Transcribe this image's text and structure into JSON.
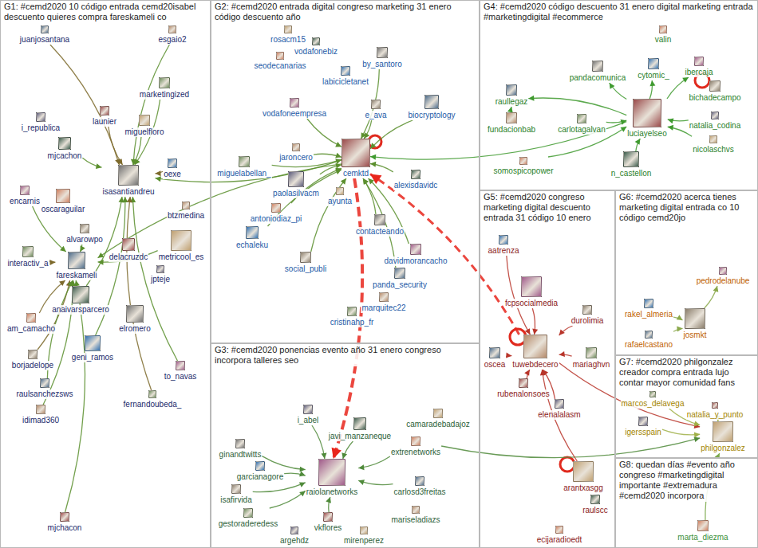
{
  "diagram": {
    "nodes": [
      {
        "text": [
          "G1: #cemd2020 10 código entrada cemd20isabel descuento quieres compra fareskameli co"
        ]
      },
      {
        "text": [
          "juanjosantana"
        ],
        "in": 0
      },
      {
        "text": [
          "esgaio2"
        ],
        "in": 0
      },
      {
        "text": [
          "marketingized"
        ],
        "in": 0
      },
      {
        "text": [
          "launier"
        ],
        "in": 0
      },
      {
        "text": [
          "i_republica"
        ],
        "in": 0
      },
      {
        "text": [
          "miguelfloro"
        ],
        "in": 0
      },
      {
        "text": [
          "mjcachon"
        ],
        "in": 0
      },
      {
        "text": [
          "oscaraguilar"
        ],
        "in": 0
      },
      {
        "text": [
          "isasantiandreu"
        ],
        "in": 0
      },
      {
        "text": [
          "oexe"
        ],
        "in": 0
      },
      {
        "text": [
          "encarnis"
        ],
        "in": 0
      },
      {
        "text": [
          "alvarowpo"
        ],
        "in": 0
      },
      {
        "text": [
          "fareskameli"
        ],
        "in": 0
      },
      {
        "text": [
          "btzmedina"
        ],
        "in": 0
      },
      {
        "text": [
          "interactiv_a"
        ],
        "in": 0
      },
      {
        "text": [
          "delacruzdc"
        ],
        "in": 0
      },
      {
        "text": [
          "jpteje"
        ],
        "in": 0
      },
      {
        "text": [
          "metricool_es"
        ],
        "in": 0
      },
      {
        "text": [
          "anaivarsparcero"
        ],
        "in": 0
      },
      {
        "text": [
          "am_camacho"
        ],
        "in": 0
      },
      {
        "text": [
          "elromero"
        ],
        "in": 0
      },
      {
        "text": [
          "geni_ramos"
        ],
        "in": 0
      },
      {
        "text": [
          "to_navas"
        ],
        "in": 0
      },
      {
        "text": [
          "borjadelope"
        ],
        "in": 0
      },
      {
        "text": [
          "raulsanchezsws"
        ],
        "in": 0
      },
      {
        "text": [
          "idimad360"
        ],
        "in": 0
      },
      {
        "text": [
          "fernandoubeda_"
        ],
        "in": 0
      },
      {
        "text": [
          "mjchacon"
        ],
        "in": 0
      },
      {
        "text": [
          "G2: #cemd2020 entrada digital congreso marketing 31 enero código descuento año"
        ]
      },
      {
        "text": [
          "rosacm15"
        ],
        "in": 29
      },
      {
        "text": [
          "vodafonebiz"
        ],
        "in": 29
      },
      {
        "text": [
          "seodecanarias"
        ],
        "in": 29
      },
      {
        "text": [
          "by_santoro"
        ],
        "in": 29
      },
      {
        "text": [
          "labicicletanet"
        ],
        "in": 29
      },
      {
        "text": [
          "vodafoneempresa"
        ],
        "in": 29
      },
      {
        "text": [
          "e_ava"
        ],
        "in": 29
      },
      {
        "text": [
          "biocryptology"
        ],
        "in": 29
      },
      {
        "text": [
          "jaroncero"
        ],
        "in": 29
      },
      {
        "text": [
          "miguelabellan_"
        ],
        "in": 29
      },
      {
        "text": [
          "cemktd"
        ],
        "in": 29
      },
      {
        "text": [
          "paolasilvacm"
        ],
        "in": 29
      },
      {
        "text": [
          "ayunta"
        ],
        "in": 29
      },
      {
        "text": [
          "alexisdavidc"
        ],
        "in": 29
      },
      {
        "text": [
          "antoniodiaz_pi"
        ],
        "in": 29
      },
      {
        "text": [
          "contacteando"
        ],
        "in": 29
      },
      {
        "text": [
          "echaleku"
        ],
        "in": 29
      },
      {
        "text": [
          "davidmorancacho"
        ],
        "in": 29
      },
      {
        "text": [
          "social_publi"
        ],
        "in": 29
      },
      {
        "text": [
          "panda_security"
        ],
        "in": 29
      },
      {
        "text": [
          "marquitec22"
        ],
        "in": 29
      },
      {
        "text": [
          "cristinahp_fr"
        ],
        "in": 29
      },
      {
        "text": [
          "G3: #cemd2020 ponencias evento año 31 enero congreso incorpora talleres seo"
        ]
      },
      {
        "text": [
          "i_abel"
        ],
        "in": 52
      },
      {
        "text": [
          "camaradebadajoz"
        ],
        "in": 52
      },
      {
        "text": [
          "javi_manzaneque"
        ],
        "in": 52
      },
      {
        "text": [
          "extrenetworks"
        ],
        "in": 52
      },
      {
        "text": [
          "ginandtwitts"
        ],
        "in": 52
      },
      {
        "text": [
          "garcianagore"
        ],
        "in": 52
      },
      {
        "text": [
          "raiolanetworks"
        ],
        "in": 52
      },
      {
        "text": [
          "isafirvida"
        ],
        "in": 52
      },
      {
        "text": [
          "carlosd3freitas"
        ],
        "in": 52
      },
      {
        "text": [
          "mariseladiazs"
        ],
        "in": 52
      },
      {
        "text": [
          "gestoraderedess"
        ],
        "in": 52
      },
      {
        "text": [
          "vkflores"
        ],
        "in": 52
      },
      {
        "text": [
          "argehdz"
        ],
        "in": 52
      },
      {
        "text": [
          "mirenperez"
        ],
        "in": 52
      },
      {
        "text": [
          "G4: #cemd2020 código descuento 31 enero digital marketing entrada #marketingdigital #ecommerce"
        ]
      },
      {
        "text": [
          "valin"
        ],
        "in": 67
      },
      {
        "text": [
          "pandacomunica"
        ],
        "in": 67
      },
      {
        "text": [
          "cytomic_"
        ],
        "in": 67
      },
      {
        "text": [
          "ibercaja"
        ],
        "in": 67
      },
      {
        "text": [
          "bichadecampo"
        ],
        "in": 67
      },
      {
        "text": [
          "raullegaz"
        ],
        "in": 67
      },
      {
        "text": [
          "fundacionbab"
        ],
        "in": 67
      },
      {
        "text": [
          "carlotagalvan"
        ],
        "in": 67
      },
      {
        "text": [
          "luciayelseo"
        ],
        "in": 67
      },
      {
        "text": [
          "natalia_codina"
        ],
        "in": 67
      },
      {
        "text": [
          "nicolaschvs"
        ],
        "in": 67
      },
      {
        "text": [
          "n_castellon"
        ],
        "in": 67
      },
      {
        "text": [
          "somospicopower"
        ],
        "in": 67
      },
      {
        "text": [
          "G5: #cemd2020 congreso marketing digital descuento entrada 31 código 10 enero"
        ]
      },
      {
        "text": [
          "aatrenza"
        ],
        "in": 81
      },
      {
        "text": [
          "fcpsocialmedia"
        ],
        "in": 81
      },
      {
        "text": [
          "durolimia"
        ],
        "in": 81
      },
      {
        "text": [
          "oscea"
        ],
        "in": 81
      },
      {
        "text": [
          "tuwebdecero"
        ],
        "in": 81
      },
      {
        "text": [
          "mariaghvn"
        ],
        "in": 81
      },
      {
        "text": [
          "rubenalonsoes"
        ],
        "in": 81
      },
      {
        "text": [
          "elenalalasm"
        ],
        "in": 81
      },
      {
        "text": [
          "arantxasgg"
        ],
        "in": 81
      },
      {
        "text": [
          "raulscc"
        ],
        "in": 81
      },
      {
        "text": [
          "ecijaradioedt"
        ],
        "in": 81
      },
      {
        "text": [
          "G6: #cemd2020 acerca tienes marketing digital entrada co 10 código cemd20jo"
        ]
      },
      {
        "text": [
          "rakel_almeria"
        ],
        "in": 93
      },
      {
        "text": [
          "pedrodelanube"
        ],
        "in": 93
      },
      {
        "text": [
          "josmkt"
        ],
        "in": 93
      },
      {
        "text": [
          "rafaelcastano"
        ],
        "in": 93
      },
      {
        "text": [
          "G7: #cemd2020 philgonzalez creador compra entrada lujo contar mayor comunidad fans"
        ]
      },
      {
        "text": [
          "marcos_delavega"
        ],
        "in": 98
      },
      {
        "text": [
          "natalia_y_punto"
        ],
        "in": 98
      },
      {
        "text": [
          "igersspain"
        ],
        "in": 98
      },
      {
        "text": [
          "philgonzalez"
        ],
        "in": 98
      },
      {
        "text": [
          "G8: quedan días #evento año congreso #marketingdigital importante #extremadura #cemd2020 incorpora"
        ]
      },
      {
        "text": [
          "marta_diezma"
        ],
        "in": 103
      }
    ],
    "edges": [
      {
        "from": 1,
        "to": 9,
        "arrow": "to"
      },
      {
        "from": 2,
        "to": 9,
        "arrow": "to"
      },
      {
        "from": 3,
        "to": 9,
        "arrow": "to"
      },
      {
        "from": 4,
        "to": 9,
        "arrow": "to"
      },
      {
        "from": 6,
        "to": 9,
        "arrow": "to"
      },
      {
        "from": 7,
        "to": 9,
        "arrow": "to"
      },
      {
        "from": 10,
        "to": 9,
        "arrow": "to"
      },
      {
        "from": 11,
        "to": 13,
        "arrow": "to"
      },
      {
        "from": 12,
        "to": 13,
        "arrow": "to"
      },
      {
        "from": 15,
        "to": 13,
        "arrow": "to"
      },
      {
        "from": 18,
        "to": 13,
        "arrow": "to"
      },
      {
        "from": 19,
        "to": 9,
        "arrow": "to"
      },
      {
        "from": 20,
        "to": 13,
        "arrow": "to"
      },
      {
        "from": 22,
        "to": 9,
        "arrow": "to"
      },
      {
        "from": 23,
        "to": 9,
        "arrow": "to"
      },
      {
        "from": 24,
        "to": 13,
        "arrow": "to"
      },
      {
        "from": 25,
        "to": 13,
        "arrow": "to"
      },
      {
        "from": 26,
        "to": 13,
        "arrow": "to"
      },
      {
        "from": 27,
        "to": 9,
        "arrow": "to"
      },
      {
        "from": 28,
        "to": 13,
        "arrow": "to"
      },
      {
        "from": 40,
        "to": 9,
        "arrow": "to"
      },
      {
        "from": 40,
        "to": 13,
        "arrow": "to"
      },
      {
        "from": 33,
        "to": 40,
        "arrow": "to"
      },
      {
        "from": 35,
        "to": 40,
        "arrow": "to"
      },
      {
        "from": 36,
        "to": 40,
        "arrow": "to"
      },
      {
        "from": 37,
        "to": 40,
        "arrow": "to"
      },
      {
        "from": 38,
        "to": 40,
        "arrow": "to"
      },
      {
        "from": 39,
        "to": 40,
        "arrow": "to"
      },
      {
        "from": 41,
        "to": 40,
        "arrow": "to"
      },
      {
        "from": 43,
        "to": 40,
        "arrow": "to"
      },
      {
        "from": 44,
        "to": 40,
        "arrow": "to"
      },
      {
        "from": 45,
        "to": 40,
        "arrow": "to"
      },
      {
        "from": 46,
        "to": 40,
        "arrow": "to"
      },
      {
        "from": 47,
        "to": 40,
        "arrow": "to"
      },
      {
        "from": 48,
        "to": 40,
        "arrow": "to"
      },
      {
        "from": 49,
        "to": 40,
        "arrow": "to"
      },
      {
        "from": 40,
        "to": 59,
        "arrow": "to"
      },
      {
        "from": 86,
        "to": 40,
        "arrow": "to"
      },
      {
        "from": 53,
        "to": 59,
        "arrow": "to"
      },
      {
        "from": 55,
        "to": 59,
        "arrow": "to"
      },
      {
        "from": 56,
        "to": 59,
        "arrow": "to"
      },
      {
        "from": 57,
        "to": 59,
        "arrow": "to"
      },
      {
        "from": 58,
        "to": 59,
        "arrow": "to"
      },
      {
        "from": 60,
        "to": 59,
        "arrow": "to"
      },
      {
        "from": 61,
        "to": 59,
        "arrow": "to"
      },
      {
        "from": 63,
        "to": 59,
        "arrow": "to"
      },
      {
        "from": 64,
        "to": 59,
        "arrow": "to"
      },
      {
        "from": 56,
        "to": 102,
        "arrow": "to"
      },
      {
        "from": 76,
        "to": 69,
        "arrow": "to"
      },
      {
        "from": 76,
        "to": 70,
        "arrow": "to"
      },
      {
        "from": 76,
        "to": 71,
        "arrow": "to"
      },
      {
        "from": 76,
        "to": 73,
        "arrow": "to"
      },
      {
        "from": 76,
        "to": 40,
        "arrow": "to"
      },
      {
        "from": 75,
        "to": 76,
        "arrow": "to"
      },
      {
        "from": 77,
        "to": 76,
        "arrow": "to"
      },
      {
        "from": 78,
        "to": 76,
        "arrow": "to"
      },
      {
        "from": 79,
        "to": 76,
        "arrow": "to"
      },
      {
        "from": 80,
        "to": 76,
        "arrow": "to"
      },
      {
        "from": 74,
        "to": 73,
        "arrow": "to"
      },
      {
        "from": 82,
        "to": 86,
        "arrow": "to"
      },
      {
        "from": 83,
        "to": 86,
        "arrow": "to"
      },
      {
        "from": 84,
        "to": 86,
        "arrow": "to"
      },
      {
        "from": 85,
        "to": 86,
        "arrow": "to"
      },
      {
        "from": 87,
        "to": 86,
        "arrow": "to"
      },
      {
        "from": 88,
        "to": 86,
        "arrow": "to"
      },
      {
        "from": 89,
        "to": 86,
        "arrow": "to"
      },
      {
        "from": 90,
        "to": 86,
        "arrow": "to"
      },
      {
        "from": 86,
        "to": 102,
        "arrow": "to"
      },
      {
        "from": 94,
        "to": 96,
        "arrow": "to"
      },
      {
        "from": 96,
        "to": 95,
        "arrow": "to"
      },
      {
        "from": 97,
        "to": 96,
        "arrow": "to"
      },
      {
        "from": 99,
        "to": 102,
        "arrow": "to"
      },
      {
        "from": 100,
        "to": 102,
        "arrow": "to"
      },
      {
        "from": 101,
        "to": 102,
        "arrow": "to"
      },
      {
        "from": 104,
        "to": 102,
        "arrow": "to"
      }
    ]
  }
}
